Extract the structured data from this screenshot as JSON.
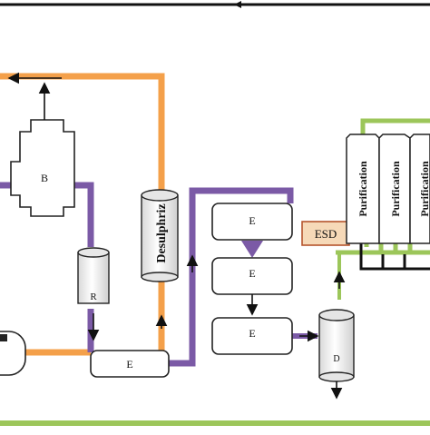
{
  "diagram": {
    "labels": {
      "compressor": "B",
      "separator": "R",
      "heat_exchanger_bottom": "E",
      "desulphurizer": "Desulphriz",
      "exchanger_top": "E",
      "exchanger_middle": "E",
      "exchanger_bottom": "E",
      "esd": "ESD",
      "drum": "D",
      "purification_1": "Purification",
      "purification_2": "Purification",
      "purification_3": "Purification"
    }
  },
  "colors": {
    "orange_stream": "#f4a04a",
    "purple_stream": "#7b5aa6",
    "green_stream": "#9cc65a",
    "esd_fill": "#f6d9b8",
    "esd_border": "#b5542c",
    "equipment_stroke": "#222222",
    "arrow": "#111111"
  }
}
